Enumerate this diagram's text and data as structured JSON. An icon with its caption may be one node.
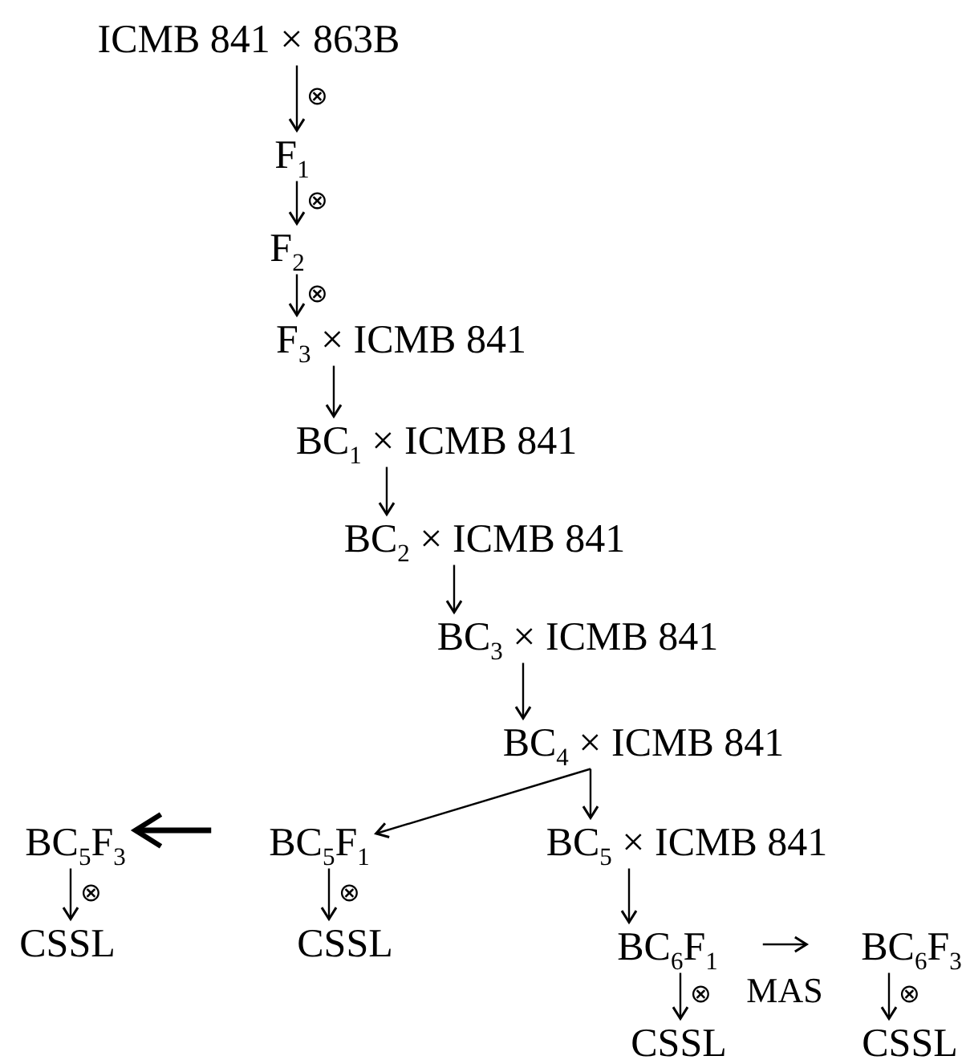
{
  "diagram": {
    "nodes": [
      {
        "text": [
          "ICMB 841 × 863B"
        ]
      },
      {
        "text": [
          "F$_{1}$"
        ]
      },
      {
        "text": [
          "F$_{2}$"
        ]
      },
      {
        "text": [
          "F$_{3}$ × ICMB 841"
        ]
      },
      {
        "text": [
          "BC$_{1}$ × ICMB 841"
        ]
      },
      {
        "text": [
          "BC$_{2}$ × ICMB 841"
        ]
      },
      {
        "text": [
          "BC$_{3}$ × ICMB 841"
        ]
      },
      {
        "text": [
          "BC$_{4}$ × ICMB 841"
        ]
      },
      {
        "text": [
          "BC$_{5}$F$_{3}$"
        ]
      },
      {
        "text": [
          "BC$_{5}$F$_{1}$"
        ]
      },
      {
        "text": [
          "BC$_{5}$ × ICMB 841"
        ]
      },
      {
        "text": [
          "CSSL"
        ]
      },
      {
        "text": [
          "CSSL"
        ]
      },
      {
        "text": [
          "BC$_{6}$F$_{1}$"
        ]
      },
      {
        "text": [
          "BC$_{6}$F$_{3}$"
        ]
      },
      {
        "text": [
          "CSSL"
        ]
      },
      {
        "text": [
          "CSSL"
        ]
      }
    ],
    "edges": [
      {
        "from": 0,
        "to": 1,
        "arrow": "to",
        "label": "⊗"
      },
      {
        "from": 1,
        "to": 2,
        "arrow": "to",
        "label": "⊗"
      },
      {
        "from": 2,
        "to": 3,
        "arrow": "to",
        "label": "⊗"
      },
      {
        "from": 3,
        "to": 4,
        "arrow": "to"
      },
      {
        "from": 4,
        "to": 5,
        "arrow": "to"
      },
      {
        "from": 5,
        "to": 6,
        "arrow": "to"
      },
      {
        "from": 6,
        "to": 7,
        "arrow": "to"
      },
      {
        "from": 7,
        "to": 9,
        "arrow": "to"
      },
      {
        "from": 7,
        "to": 10,
        "arrow": "to"
      },
      {
        "from": 9,
        "to": 8,
        "arrow": "to",
        "style": "thick"
      },
      {
        "from": 8,
        "to": 11,
        "arrow": "to",
        "label": "⊗"
      },
      {
        "from": 9,
        "to": 12,
        "arrow": "to",
        "label": "⊗"
      },
      {
        "from": 10,
        "to": 13,
        "arrow": "to"
      },
      {
        "from": 13,
        "to": 14,
        "arrow": "to",
        "label": "MAS"
      },
      {
        "from": 13,
        "to": 15,
        "arrow": "to",
        "label": "⊗"
      },
      {
        "from": 14,
        "to": 16,
        "arrow": "to",
        "label": "⊗"
      }
    ]
  }
}
